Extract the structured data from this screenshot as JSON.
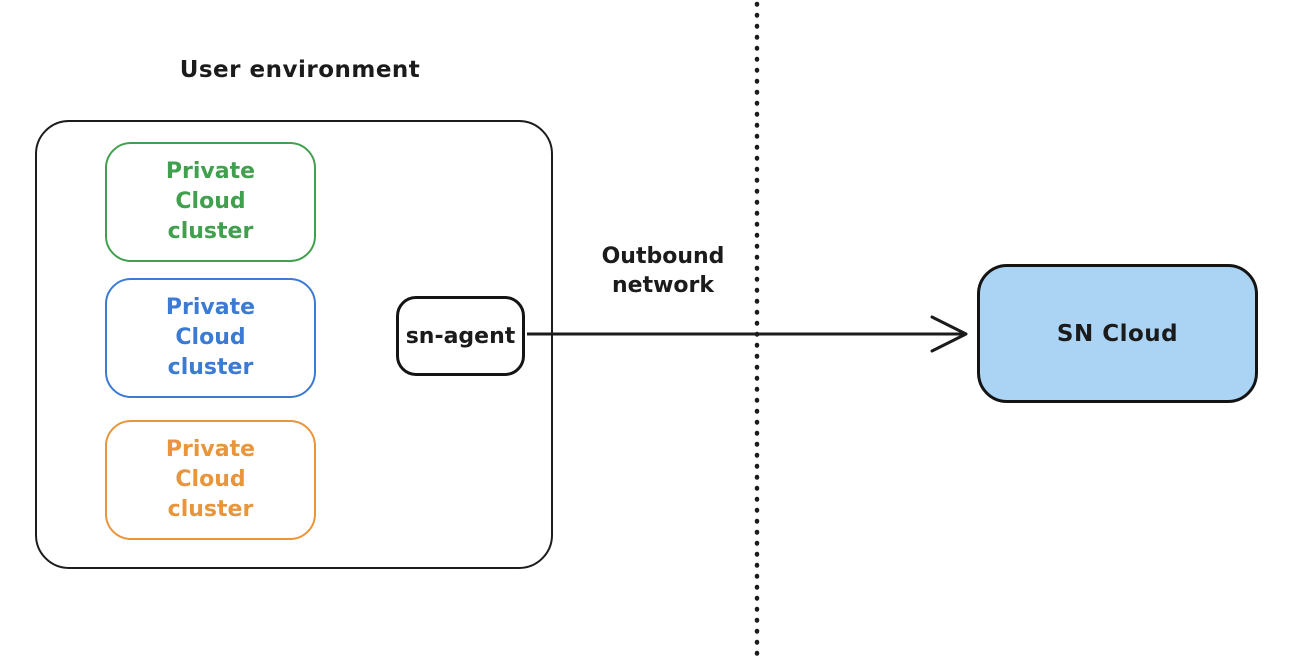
{
  "diagram": {
    "title": "User environment",
    "environment": {
      "clusters": [
        {
          "label": "Private Cloud cluster",
          "color": "#41a04e"
        },
        {
          "label": "Private Cloud cluster",
          "color": "#3b7bd4"
        },
        {
          "label": "Private Cloud cluster",
          "color": "#e9953b"
        }
      ],
      "agent": {
        "label": "sn-agent"
      }
    },
    "connection": {
      "label_line1": "Outbound",
      "label_line2": "network",
      "stroke_color": "#1b1b1b"
    },
    "boundary": {
      "style": "dotted-vertical-line",
      "color": "#1b1b1b"
    },
    "cloud": {
      "label": "SN Cloud",
      "fill_color": "#abd4f4",
      "border_color": "#141414"
    },
    "background_color": "#ffffff"
  }
}
